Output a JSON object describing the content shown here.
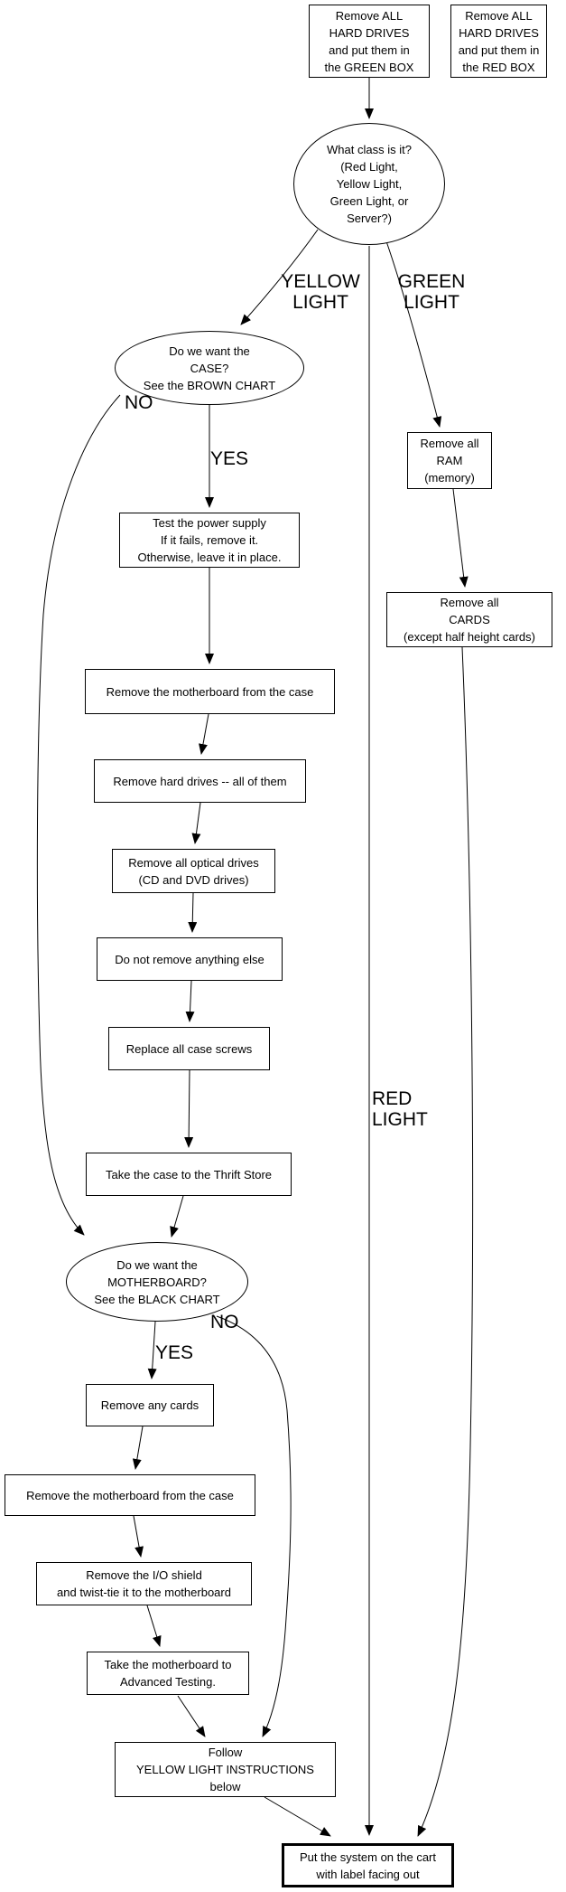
{
  "diagram": {
    "type": "flowchart",
    "colors": {
      "line": "#000000",
      "background": "#ffffff",
      "text": "#000000"
    },
    "nodes": {
      "green_box": "Remove ALL\nHARD DRIVES\nand put them in\nthe GREEN BOX",
      "red_box": "Remove ALL\nHARD DRIVES\nand put them in\nthe RED BOX",
      "what_class": "What class is it?\n(Red Light,\nYellow Light,\nGreen Light, or\nServer?)",
      "want_case": "Do we want the\nCASE?\nSee the BROWN CHART",
      "test_psu": "Test the power supply\nIf it fails, remove it.\nOtherwise, leave it in place.",
      "remove_mobo_case_1": "Remove the motherboard from the case",
      "remove_hdd_all": "Remove hard drives -- all of them",
      "remove_optical": "Remove all optical drives\n(CD and DVD drives)",
      "nothing_else": "Do not remove anything else",
      "replace_screws": "Replace all case screws",
      "thrift_store": "Take the case to the Thrift Store",
      "want_mobo": "Do we want the\nMOTHERBOARD?\nSee the BLACK CHART",
      "remove_cards": "Remove any cards",
      "remove_mobo_case_2": "Remove the motherboard from the case",
      "io_shield": "Remove the I/O shield\nand twist-tie it to the motherboard",
      "advanced_testing": "Take the motherboard to\nAdvanced Testing.",
      "follow_yellow": "Follow\nYELLOW LIGHT INSTRUCTIONS\nbelow",
      "remove_ram": "Remove all\nRAM\n(memory)",
      "remove_cards_half": "Remove all\nCARDS\n(except half height cards)",
      "cart": "Put the system on the cart\nwith label facing out"
    },
    "edge_labels": {
      "yellow_light": "YELLOW\nLIGHT",
      "green_light": "GREEN\nLIGHT",
      "red_light": "RED\nLIGHT",
      "case_yes": "YES",
      "case_no": "NO",
      "mobo_yes": "YES",
      "mobo_no": "NO"
    }
  }
}
